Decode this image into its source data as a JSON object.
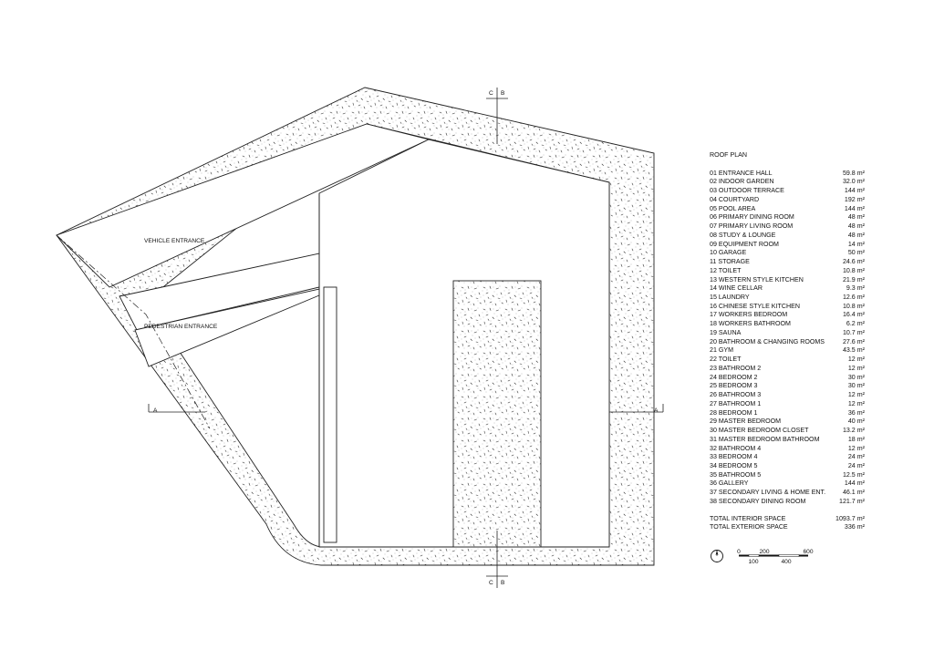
{
  "plan": {
    "labels": {
      "vehicle_entrance": "VEHICLE ENTRANCE",
      "pedestrian_entrance": "PEDESTRIAN ENTRANCE",
      "section_a_left": "A",
      "section_a_right": "A",
      "section_c_top": "C",
      "section_b_top": "B",
      "section_c_bottom": "C",
      "section_b_bottom": "B"
    }
  },
  "legend": {
    "title": "ROOF PLAN",
    "rooms": [
      {
        "name": "01 ENTRANCE HALL",
        "area": "59.8 m²"
      },
      {
        "name": "02 INDOOR GARDEN",
        "area": "32.0 m²"
      },
      {
        "name": "03 OUTDOOR TERRACE",
        "area": "144 m²"
      },
      {
        "name": "04 COURTYARD",
        "area": "192 m²"
      },
      {
        "name": "05 POOL AREA",
        "area": "144 m²"
      },
      {
        "name": "06 PRIMARY DINING ROOM",
        "area": "48 m²"
      },
      {
        "name": "07 PRIMARY LIVING ROOM",
        "area": "48 m²"
      },
      {
        "name": "08 STUDY & LOUNGE",
        "area": "48 m²"
      },
      {
        "name": "09 EQUIPMENT ROOM",
        "area": "14 m²"
      },
      {
        "name": "10 GARAGE",
        "area": "50 m²"
      },
      {
        "name": "11 STORAGE",
        "area": "24.6 m²"
      },
      {
        "name": "12 TOILET",
        "area": "10.8 m²"
      },
      {
        "name": "13 WESTERN STYLE KITCHEN",
        "area": "21.9 m²"
      },
      {
        "name": "14 WINE CELLAR",
        "area": "9.3 m²"
      },
      {
        "name": "15 LAUNDRY",
        "area": "12.6 m²"
      },
      {
        "name": "16 CHINESE STYLE KITCHEN",
        "area": "10.8 m²"
      },
      {
        "name": "17 WORKERS BEDROOM",
        "area": "16.4 m²"
      },
      {
        "name": "18 WORKERS BATHROOM",
        "area": "6.2 m²"
      },
      {
        "name": "19 SAUNA",
        "area": "10.7 m²"
      },
      {
        "name": "20 BATHROOM & CHANGING ROOMS",
        "area": "27.6 m²"
      },
      {
        "name": "21 GYM",
        "area": "43.5 m²"
      },
      {
        "name": "22 TOILET",
        "area": "12 m²"
      },
      {
        "name": "23 BATHROOM 2",
        "area": "12 m²"
      },
      {
        "name": "24 BEDROOM 2",
        "area": "30 m²"
      },
      {
        "name": "25 BEDROOM 3",
        "area": "30 m²"
      },
      {
        "name": "26 BATHROOM 3",
        "area": "12 m²"
      },
      {
        "name": "27 BATHROOM 1",
        "area": "12 m²"
      },
      {
        "name": "28 BEDROOM 1",
        "area": "36 m²"
      },
      {
        "name": "29 MASTER BEDROOM",
        "area": "40 m²"
      },
      {
        "name": "30 MASTER BEDROOM CLOSET",
        "area": "13.2 m²"
      },
      {
        "name": "31 MASTER BEDROOM BATHROOM",
        "area": "18 m²"
      },
      {
        "name": "32 BATHROOM 4",
        "area": "12 m²"
      },
      {
        "name": "33 BEDROOM 4",
        "area": "24 m²"
      },
      {
        "name": "34 BEDROOM 5",
        "area": "24 m²"
      },
      {
        "name": "35 BATHROOM 5",
        "area": "12.5 m²"
      },
      {
        "name": "36 GALLERY",
        "area": "144 m²"
      },
      {
        "name": "37 SECONDARY LIVING  & HOME ENT.",
        "area": "46.1 m²"
      },
      {
        "name": "38 SECONDARY DINING ROOM",
        "area": "121.7 m²"
      }
    ],
    "totals": [
      {
        "name": "TOTAL INTERIOR SPACE",
        "area": "1093.7 m²"
      },
      {
        "name": "TOTAL EXTERIOR SPACE",
        "area": "336 m²"
      }
    ]
  },
  "scale_bar": {
    "top_labels": [
      "0",
      "200",
      "600"
    ],
    "bottom_labels": [
      "100",
      "400"
    ]
  },
  "icons": {
    "north_arrow": "north-arrow-icon"
  }
}
